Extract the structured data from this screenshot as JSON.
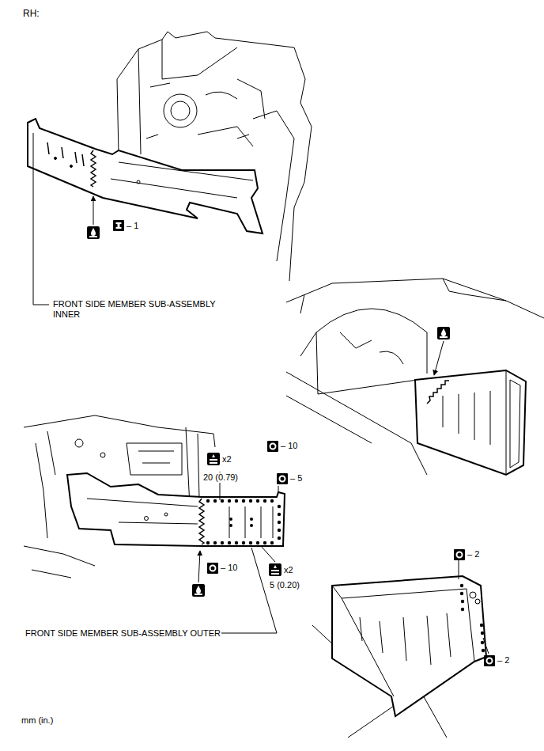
{
  "diagram": {
    "title": "RH:",
    "labels": [
      "FRONT SIDE MEMBER SUB-ASSEMBLY INNER",
      "– 1",
      "– 10",
      "x2",
      "20 (0.79)",
      "– 5",
      "– 10",
      "x2",
      "5 (0.20)",
      "FRONT SIDE MEMBER SUB-ASSEMBLY OUTER",
      "– 2",
      "– 2",
      "mm (in.)"
    ]
  }
}
